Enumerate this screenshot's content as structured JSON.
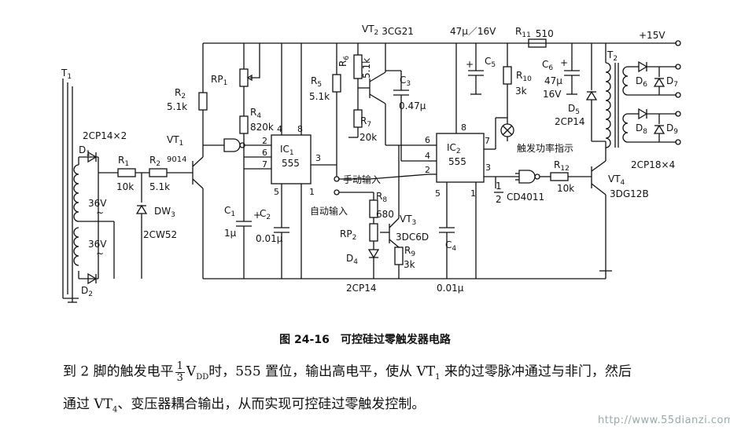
{
  "labels": {
    "T1": "T",
    "T1_sub": "1",
    "diode_pair": "2CP14×2",
    "D1": "D",
    "D1_sub": "1",
    "D2": "D",
    "D2_sub": "2",
    "R1": "R",
    "R1_sub": "1",
    "R1_val": "10k",
    "R2a": "R",
    "R2a_sub": "2",
    "R2a_val": "9014",
    "R2a_val2": "5.1k",
    "volt1": "36V",
    "volt2": "36V",
    "tilde": "~",
    "DW3": "DW",
    "DW3_sub": "3",
    "DW3_model": "2CW52",
    "R2": "R",
    "R2_sub": "2",
    "R2_val": "5.1k",
    "VT1": "VT",
    "VT1_sub": "1",
    "RP1": "RP",
    "RP1_sub": "1",
    "R4": "R",
    "R4_sub": "4",
    "R4_val": "820k",
    "IC1": "IC",
    "IC1_sub": "1",
    "IC1_part": "555",
    "C1": "C",
    "C1_sub": "1",
    "C1_val": "1μ",
    "C2": "C",
    "C2_sub": "2",
    "C2_val": "0.01μ",
    "R5": "R",
    "R5_sub": "5",
    "R5_val": "5.1k",
    "R6": "R",
    "R6_sub": "6",
    "R6_val": "5.1k",
    "VT2": "VT",
    "VT2_sub": "2",
    "VT2_model": "3CG21",
    "C3": "C",
    "C3_sub": "3",
    "C3_val": "0.47μ",
    "R7": "R",
    "R7_sub": "7",
    "R7_val": "20k",
    "manual": "手动输入",
    "auto": "自动输入",
    "R8": "R",
    "R8_sub": "8",
    "R8_val": "680",
    "RP2": "RP",
    "RP2_sub": "2",
    "VT3": "VT",
    "VT3_sub": "3",
    "VT3_model": "3DC6D",
    "D4": "D",
    "D4_sub": "4",
    "R9": "R",
    "R9_sub": "9",
    "R9_val": "3k",
    "D4_model": "2CP14",
    "C4_val_bottom": "0.01μ",
    "C5_rating": "47μ／16V",
    "C5": "C",
    "C5_sub": "5",
    "R11": "R",
    "R11_sub": "11",
    "R11_val": "510",
    "R10": "R",
    "R10_sub": "10",
    "R10_val": "3k",
    "C6": "C",
    "C6_sub": "6",
    "C6_val": "47μ",
    "C6_volt": "16V",
    "D5": "D",
    "D5_sub": "5",
    "D5_model": "2CP14",
    "IC2": "IC",
    "IC2_sub": "2",
    "IC2_part": "555",
    "C4": "C",
    "C4_sub": "4",
    "lamp_label": "触发功率指示",
    "gate_frac_num": "1",
    "gate_frac_den": "2",
    "gate_model": "CD4011",
    "R12": "R",
    "R12_sub": "12",
    "R12_val": "10k",
    "VT4": "VT",
    "VT4_sub": "4",
    "VT4_model": "3DG12B",
    "T2": "T",
    "T2_sub": "2",
    "supply": "+15V",
    "D6": "D",
    "D6_sub": "6",
    "D7": "D",
    "D7_sub": "7",
    "D8": "D",
    "D8_sub": "8",
    "D9": "D",
    "D9_sub": "9",
    "out_diodes": "2CP18×4",
    "pin1": "1",
    "pin2": "2",
    "pin3": "3",
    "pin4": "4",
    "pin5": "5",
    "pin6": "6",
    "pin7": "7",
    "pin8": "8"
  },
  "caption": {
    "number": "图 24-16",
    "title": "可控硅过零触发器电路"
  },
  "text": {
    "line1_a": "到 2 脚的触发电平",
    "frac_num": "1",
    "frac_den": "3",
    "line1_v": "V",
    "line1_vsub": "DD",
    "line1_b": "时，555 置位，输出高电平，使从 VT",
    "line1_b_sub": "1",
    "line1_c": " 来的过零脉冲通过与非门，然后",
    "line2_a": "通过 VT",
    "line2_a_sub": "4",
    "line2_b": "、变压器耦合输出，从而实现可控硅过零触发控制。"
  },
  "watermark": "http://www.55dianzi.com"
}
